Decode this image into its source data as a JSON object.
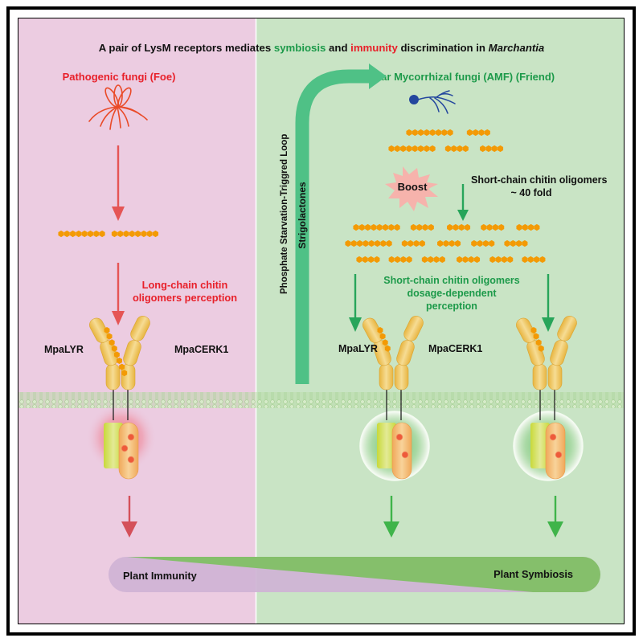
{
  "title": {
    "prefix": "A pair of LysM receptors mediates ",
    "symbiosis": "symbiosis",
    "and": " and ",
    "immunity": "immunity",
    "suffix": " discrimination in ",
    "genus": "Marchantia"
  },
  "left_panel": {
    "heading": "Pathogenic fungi (Foe)",
    "perception_line1": "Long-chain chitin",
    "perception_line2": "oligomers perception",
    "receptor_left": "MpaLYR",
    "receptor_right": "MpaCERK1",
    "chitin_chains": [
      [
        8,
        8
      ]
    ]
  },
  "right_panel": {
    "heading": "Arbuscular Mycorrhizal fungi (AMF) (Friend)",
    "loop_label": "Phosphate Starvation-Triggred Loop",
    "arrow_label": "Strigolactones",
    "boost_label": "Boost",
    "fold_line1": "Short-chain chitin oligomers",
    "fold_line2": "~ 40 fold",
    "perception_line1": "Short-chain chitin oligomers",
    "perception_line2": "dosage-dependent",
    "perception_line3": "perception",
    "receptor_left": "MpaLYR",
    "receptor_right": "MpaCERK1",
    "chitin_chains_before": [
      [
        8,
        4
      ],
      [
        8,
        4,
        4
      ]
    ],
    "chitin_chains_after": [
      [
        8,
        4,
        4,
        4,
        4
      ],
      [
        8,
        4,
        4,
        4,
        4
      ],
      [
        4,
        4,
        4,
        4,
        4,
        4
      ]
    ]
  },
  "outcome": {
    "immunity_label": "Plant Immunity",
    "symbiosis_label": "Plant Symbiosis"
  },
  "colors": {
    "left_bg": "#ecccE1",
    "right_bg": "#c9e4c5",
    "foe_red": "#e8202a",
    "friend_green": "#1d9a4a",
    "chitin_orange": "#f39a05",
    "receptor_yellow": "#f0c250",
    "loop_arrow": "#4fc186",
    "amf_blue": "#24479e",
    "immunity_purple": "#cfb3d5",
    "symbiosis_green": "#85bf6b"
  }
}
